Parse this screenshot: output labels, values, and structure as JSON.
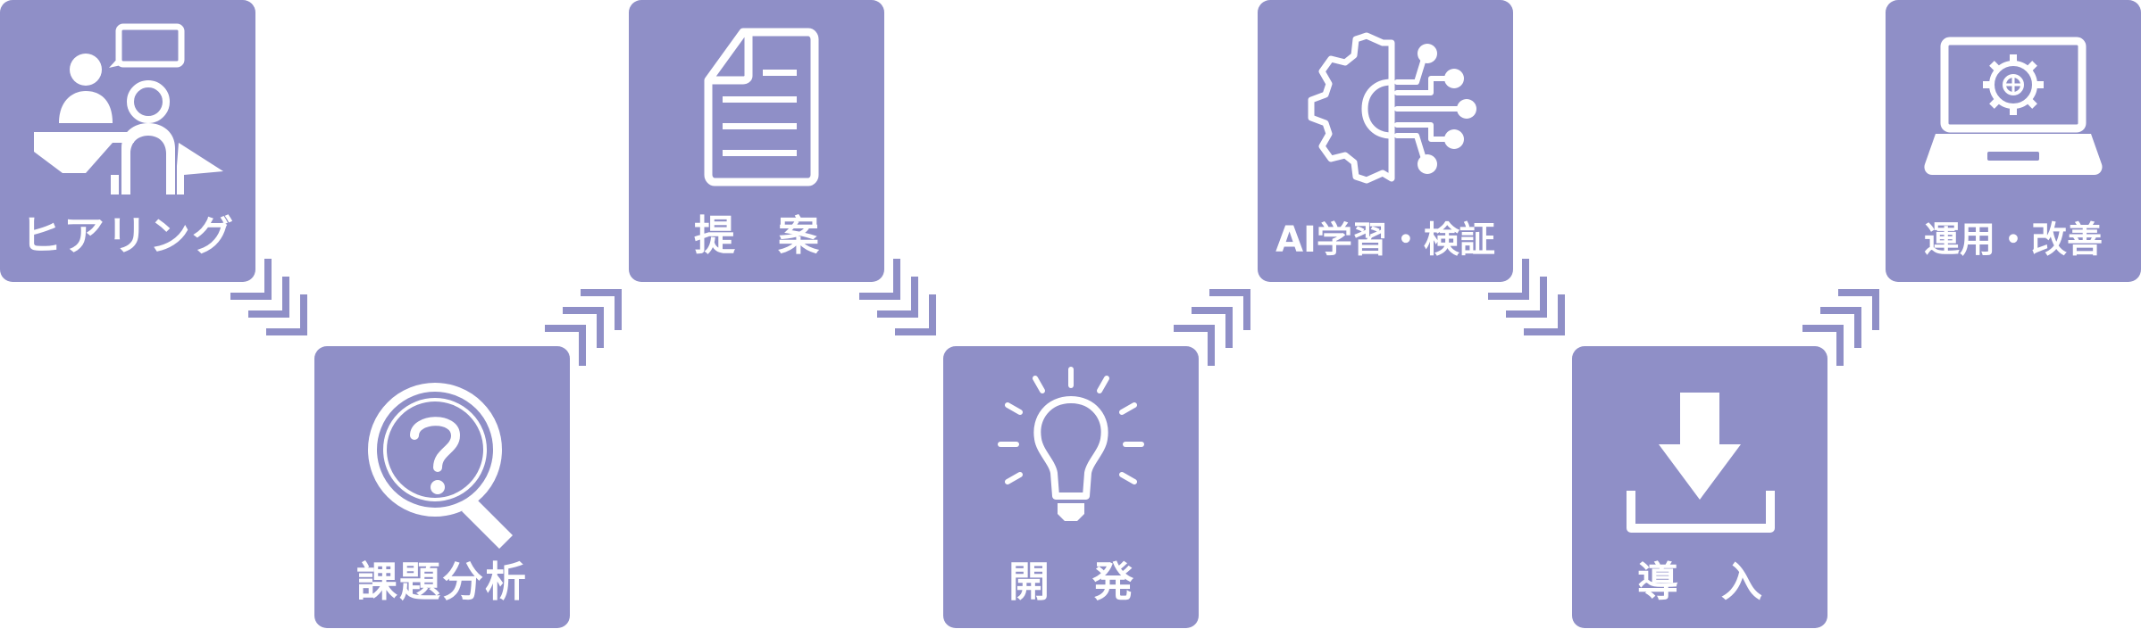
{
  "colors": {
    "box": "#8f8fc7",
    "icon": "#ffffff",
    "chevron": "#8f8fc7"
  },
  "steps": [
    {
      "label": "ヒアリング",
      "icon": "interview-icon"
    },
    {
      "label": "課題分析",
      "icon": "magnifier-question-icon"
    },
    {
      "label": "提 案",
      "icon": "document-icon"
    },
    {
      "label": "開 発",
      "icon": "lightbulb-icon"
    },
    {
      "label": "AI学習・検証",
      "icon": "ai-gear-circuit-icon"
    },
    {
      "label": "導 入",
      "icon": "download-icon"
    },
    {
      "label": "運用・改善",
      "icon": "laptop-gear-icon"
    }
  ]
}
